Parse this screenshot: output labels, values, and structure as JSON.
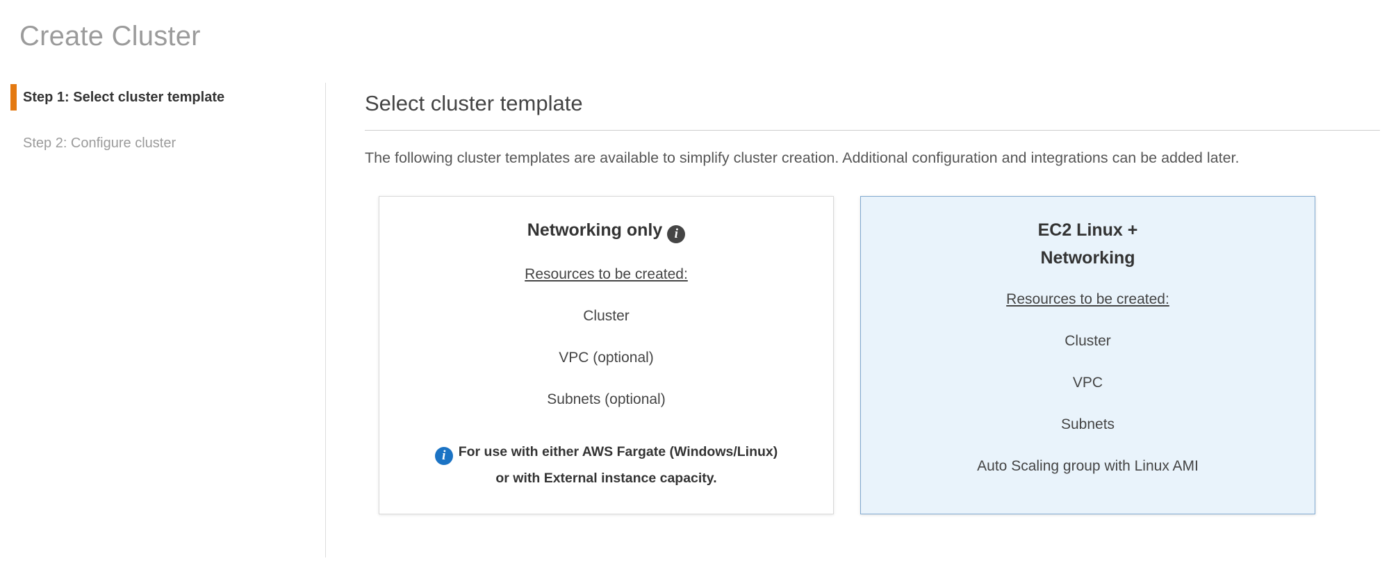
{
  "page": {
    "title": "Create Cluster"
  },
  "steps": [
    {
      "label": "Step 1: Select cluster template",
      "active": true
    },
    {
      "label": "Step 2: Configure cluster",
      "active": false
    }
  ],
  "content": {
    "heading": "Select cluster template",
    "description": "The following cluster templates are available to simplify cluster creation. Additional configuration and integrations can be added later."
  },
  "icons": {
    "info_glyph": "i"
  },
  "templates": [
    {
      "title": "Networking only",
      "resources_label": "Resources to be created:",
      "resources": [
        "Cluster",
        "VPC (optional)",
        "Subnets (optional)"
      ],
      "note_line1": "For use with either AWS Fargate (Windows/Linux)",
      "note_line2": "or with External instance capacity.",
      "selected": false
    },
    {
      "title_line1": "EC2 Linux +",
      "title_line2": "Networking",
      "resources_label": "Resources to be created:",
      "resources": [
        "Cluster",
        "VPC",
        "Subnets",
        "Auto Scaling group with Linux AMI"
      ],
      "selected": true
    }
  ],
  "colors": {
    "page_title_gray": "#9b9b9b",
    "accent_orange": "#e47911",
    "selected_card_bg": "#e9f3fb",
    "selected_card_border": "#7fa8cf",
    "info_icon_dark": "#454545",
    "info_icon_blue": "#1b73c4"
  }
}
